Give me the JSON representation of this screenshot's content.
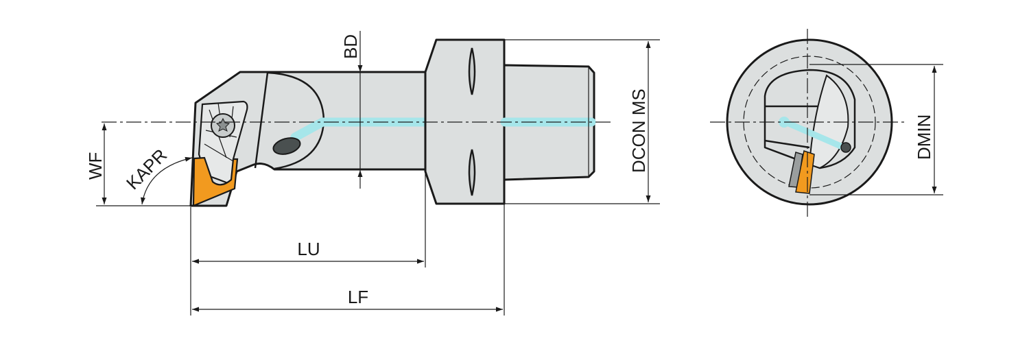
{
  "drawing": {
    "title": "Boring bar with coupling shank",
    "dimension_labels": {
      "bd": "BD",
      "dcon_ms": "DCON MS",
      "wf": "WF",
      "kapr": "KAPR",
      "lu": "LU",
      "lf": "LF",
      "dmin": "DMIN"
    },
    "colors": {
      "body": "#dcdfdf",
      "insert": "#f29a1f",
      "coolant": "#a6e6ea",
      "outline": "#1a1a1a"
    }
  }
}
